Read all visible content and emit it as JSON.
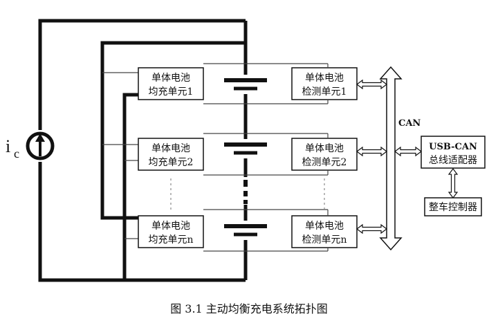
{
  "source_label": {
    "main": "i",
    "sub": "c"
  },
  "bus_label": "CAN",
  "balance_units": [
    {
      "line1": "单体电池",
      "line2": "均充单元1"
    },
    {
      "line1": "单体电池",
      "line2": "均充单元2"
    },
    {
      "line1": "单体电池",
      "line2": "均充单元n"
    }
  ],
  "detect_units": [
    {
      "line1": "单体电池",
      "line2": "检测单元1"
    },
    {
      "line1": "单体电池",
      "line2": "检测单元2"
    },
    {
      "line1": "单体电池",
      "line2": "检测单元n"
    }
  ],
  "adapter": {
    "line1": "USB-CAN",
    "line2": "总线适配器"
  },
  "vehicle_controller": "整车控制器",
  "caption": "图 3.1  主动均衡充电系统拓扑图",
  "colors": {
    "line": "#111111",
    "thin_line": "#444444",
    "dotted": "#888888",
    "bus_fill": "#ffffff"
  }
}
